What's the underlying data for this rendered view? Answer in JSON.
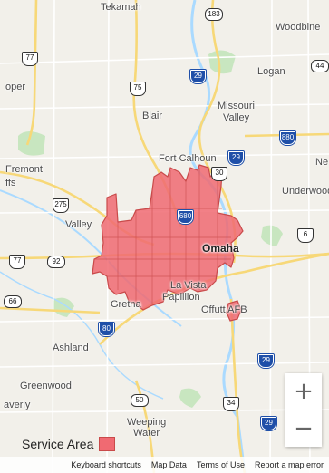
{
  "colors": {
    "service_area_fill": "#f06a72",
    "service_area_stroke": "#c94a4a",
    "land": "#f2f0ea",
    "river": "#aadaff",
    "highway": "#f7d878",
    "road": "#ffffff",
    "park": "#c8e6c0"
  },
  "map": {
    "places": [
      {
        "id": "tekamah",
        "label": "Tekamah"
      },
      {
        "id": "woodbine",
        "label": "Woodbine"
      },
      {
        "id": "logan",
        "label": "Logan"
      },
      {
        "id": "oper",
        "label": "oper"
      },
      {
        "id": "missouri",
        "label": "Missouri"
      },
      {
        "id": "valley-ia",
        "label": "Valley"
      },
      {
        "id": "blair",
        "label": "Blair"
      },
      {
        "id": "fremont",
        "label": "Fremont"
      },
      {
        "id": "ffs",
        "label": "ffs"
      },
      {
        "id": "fort-calhoun",
        "label": "Fort Calhoun"
      },
      {
        "id": "ne",
        "label": "Ne"
      },
      {
        "id": "underwood",
        "label": "Underwood"
      },
      {
        "id": "valley",
        "label": "Valley"
      },
      {
        "id": "omaha",
        "label": "Omaha"
      },
      {
        "id": "la-vista",
        "label": "La Vista"
      },
      {
        "id": "papillion",
        "label": "Papillion"
      },
      {
        "id": "offutt",
        "label": "Offutt AFB"
      },
      {
        "id": "gretna",
        "label": "Gretna"
      },
      {
        "id": "ashland",
        "label": "Ashland"
      },
      {
        "id": "greenwood",
        "label": "Greenwood"
      },
      {
        "id": "waverly",
        "label": "averly"
      },
      {
        "id": "weeping-water",
        "label": "Weeping\nWater"
      }
    ],
    "shields": [
      {
        "id": "r183",
        "label": "183",
        "kind": "state"
      },
      {
        "id": "r44",
        "label": "44",
        "kind": "state"
      },
      {
        "id": "r77a",
        "label": "77",
        "kind": "us"
      },
      {
        "id": "r75",
        "label": "75",
        "kind": "us"
      },
      {
        "id": "i29a",
        "label": "29",
        "kind": "inter"
      },
      {
        "id": "i880",
        "label": "880",
        "kind": "inter"
      },
      {
        "id": "i29b",
        "label": "29",
        "kind": "inter"
      },
      {
        "id": "r30",
        "label": "30",
        "kind": "us"
      },
      {
        "id": "r275",
        "label": "275",
        "kind": "us"
      },
      {
        "id": "i680",
        "label": "680",
        "kind": "inter"
      },
      {
        "id": "r6",
        "label": "6",
        "kind": "us"
      },
      {
        "id": "r77b",
        "label": "77",
        "kind": "us"
      },
      {
        "id": "r92",
        "label": "92",
        "kind": "state"
      },
      {
        "id": "r66",
        "label": "66",
        "kind": "state"
      },
      {
        "id": "i80",
        "label": "80",
        "kind": "inter"
      },
      {
        "id": "i29c",
        "label": "29",
        "kind": "inter"
      },
      {
        "id": "r50",
        "label": "50",
        "kind": "state"
      },
      {
        "id": "r34",
        "label": "34",
        "kind": "us"
      },
      {
        "id": "i29d",
        "label": "29",
        "kind": "inter"
      }
    ]
  },
  "legend": {
    "label": "Service Area"
  },
  "controls": {
    "zoom_in": "+",
    "zoom_out": "−"
  },
  "footer": {
    "keyboard_shortcuts": "Keyboard shortcuts",
    "map_data": "Map Data",
    "terms": "Terms of Use",
    "report": "Report a map error"
  }
}
